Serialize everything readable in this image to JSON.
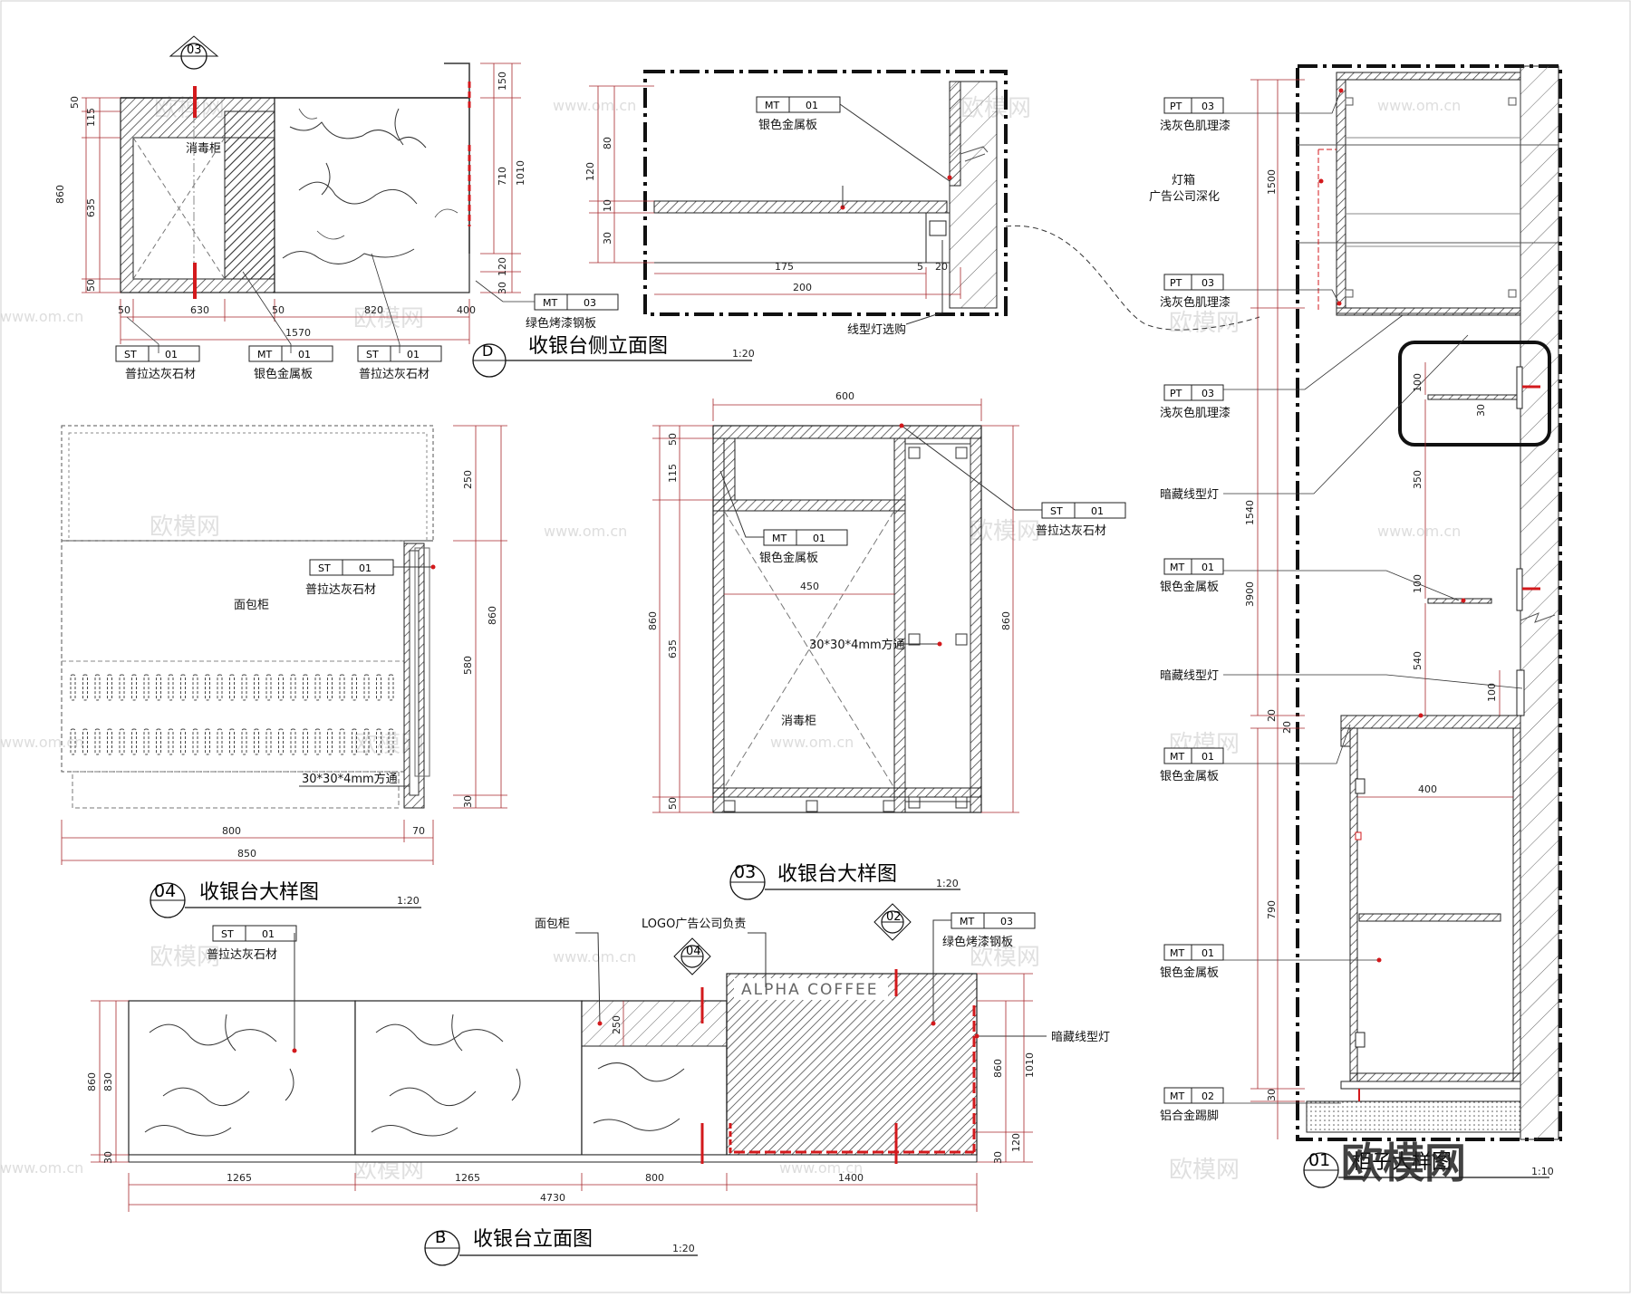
{
  "views": {
    "d": {
      "num": "D",
      "title": "收银台侧立面图",
      "scale": "1:20",
      "dims": {
        "d50a": "50",
        "d115": "115",
        "d860": "860",
        "d635": "635",
        "d50b": "50",
        "d150": "150",
        "d710": "710",
        "d1010": "1010",
        "d30": "30",
        "d120": "120",
        "b50a": "50",
        "b630": "630",
        "b50b": "50",
        "b820": "820",
        "b400": "400",
        "b1570": "1570"
      },
      "labels": {
        "cabinet": "消毒柜"
      },
      "section_ref": "03"
    },
    "side": {
      "dims": {
        "d120": "120",
        "d80": "80",
        "d10": "10",
        "d30": "30",
        "d175": "175",
        "d5": "5",
        "d20": "20",
        "d200": "200"
      },
      "callout_note": "线型灯选购"
    },
    "v04": {
      "num": "04",
      "title": "收银台大样图",
      "scale": "1:20",
      "labels": {
        "bread": "面包柜",
        "tube": "30*30*4mm方通"
      },
      "dims": {
        "d250": "250",
        "d860": "860",
        "d580": "580",
        "d30": "30",
        "d800": "800",
        "d70": "70",
        "d850": "850"
      }
    },
    "v03": {
      "num": "03",
      "title": "收银台大样图",
      "scale": "1:20",
      "labels": {
        "tube": "30*30*4mm方通",
        "cabinet": "消毒柜"
      },
      "dims": {
        "d600": "600",
        "d50a": "50",
        "d115": "115",
        "d860l": "860",
        "d635": "635",
        "d50b": "50",
        "d450": "450",
        "d860r": "860"
      }
    },
    "b": {
      "num": "B",
      "title": "收银台立面图",
      "scale": "1:20",
      "labels": {
        "bread": "面包柜",
        "logo": "LOGO广告公司负责",
        "brand": "ALPHA COFFEE",
        "light": "暗藏线型灯"
      },
      "refs": {
        "r04": "04",
        "r02": "02"
      },
      "dims": {
        "d860": "860",
        "d830": "830",
        "d30": "30",
        "d250": "250",
        "d860r": "860",
        "d1010": "1010",
        "d120": "120",
        "d30r": "30",
        "b1265a": "1265",
        "b1265b": "1265",
        "b800": "800",
        "b1400": "1400",
        "b4730": "4730"
      }
    },
    "v01": {
      "num": "01",
      "title": "柜子大样图",
      "scale": "1:10",
      "labels": {
        "lightbox": "灯箱",
        "lightbox2": "广告公司深化",
        "hidden1": "暗藏线型灯",
        "hidden2": "暗藏线型灯"
      },
      "dims": {
        "d1500": "1500",
        "d1540": "1540",
        "d3900": "3900",
        "d790": "790",
        "d20a": "20",
        "d20b": "20",
        "d30": "30",
        "d100a": "100",
        "d30s": "30",
        "d350": "350",
        "d100b": "100",
        "d540": "540",
        "d100c": "100",
        "d400": "400"
      }
    }
  },
  "material_tags": {
    "st01": {
      "code": "ST",
      "num": "01",
      "name": "普拉达灰石材"
    },
    "mt01": {
      "code": "MT",
      "num": "01",
      "name": "银色金属板"
    },
    "mt02": {
      "code": "MT",
      "num": "02",
      "name": "铝合金踢脚"
    },
    "mt03": {
      "code": "MT",
      "num": "03",
      "name": "绿色烤漆钢板"
    },
    "pt03": {
      "code": "PT",
      "num": "03",
      "name": "浅灰色肌理漆"
    }
  },
  "watermark": {
    "brand": "欧模网",
    "site": "www.om.cn"
  },
  "colors": {
    "accent": "#d3191c",
    "line": "#1a1a1a",
    "dim": "#a8282c"
  }
}
